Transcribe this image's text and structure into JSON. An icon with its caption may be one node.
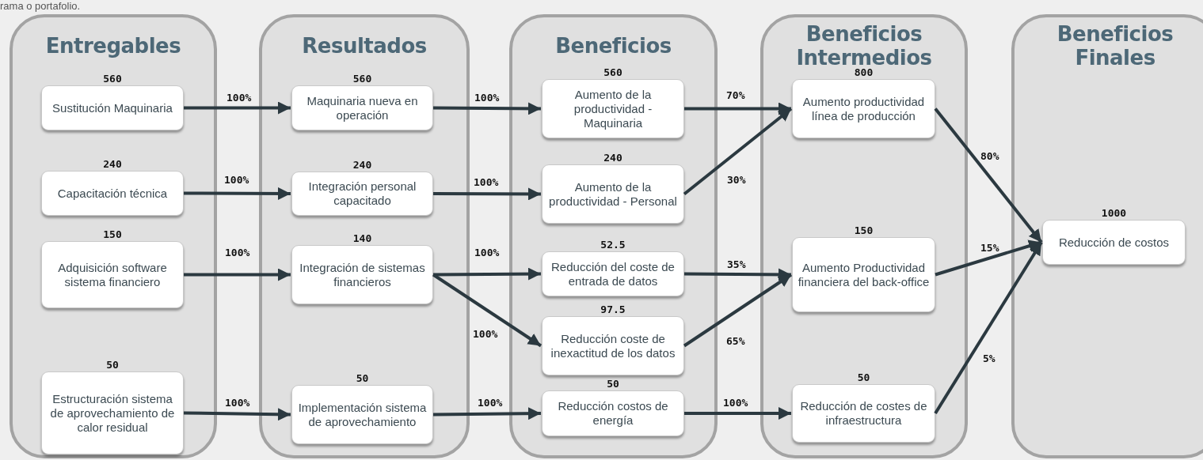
{
  "diagram": {
    "nodes": [
      {
        "text": [
          "Entregables"
        ]
      },
      {
        "text": [
          "Sustitución Maquinaria"
        ],
        "in": 0,
        "beside": [
          "560"
        ]
      },
      {
        "text": [
          "Capacitación técnica"
        ],
        "in": 0,
        "beside": [
          "240"
        ]
      },
      {
        "text": [
          "Adquisición software sistema financiero"
        ],
        "in": 0,
        "beside": [
          "150"
        ]
      },
      {
        "text": [
          "Estructuración sistema de aprovechamiento de calor residual"
        ],
        "in": 0,
        "beside": [
          "50"
        ]
      },
      {
        "text": [
          "Resultados"
        ]
      },
      {
        "text": [
          "Maquinaria nueva en operación"
        ],
        "in": 5,
        "beside": [
          "560"
        ]
      },
      {
        "text": [
          "Integración personal capacitado"
        ],
        "in": 5,
        "beside": [
          "240"
        ]
      },
      {
        "text": [
          "Integración de sistemas financieros"
        ],
        "in": 5,
        "beside": [
          "140"
        ]
      },
      {
        "text": [
          "Implementación sistema de aprovechamiento"
        ],
        "in": 5,
        "beside": [
          "50"
        ]
      },
      {
        "text": [
          "Beneficios"
        ]
      },
      {
        "text": [
          "Aumento de la productividad - Maquinaria"
        ],
        "in": 10,
        "beside": [
          "560"
        ]
      },
      {
        "text": [
          "Aumento de la productividad - Personal"
        ],
        "in": 10,
        "beside": [
          "240"
        ]
      },
      {
        "text": [
          "Reducción del coste de entrada de datos"
        ],
        "in": 10,
        "beside": [
          "52.5"
        ]
      },
      {
        "text": [
          "Reducción coste de inexactitud de los datos"
        ],
        "in": 10,
        "beside": [
          "97.5"
        ]
      },
      {
        "text": [
          "Reducción costos de energía"
        ],
        "in": 10,
        "beside": [
          "50"
        ]
      },
      {
        "text": [
          "Beneficios Intermedios"
        ]
      },
      {
        "text": [
          "Aumento productividad línea de producción"
        ],
        "in": 16,
        "beside": [
          "800"
        ]
      },
      {
        "text": [
          "Aumento Productividad financiera del back-office"
        ],
        "in": 16,
        "beside": [
          "150"
        ]
      },
      {
        "text": [
          "Reducción de costes de infraestructura"
        ],
        "in": 16,
        "beside": [
          "50"
        ]
      },
      {
        "text": [
          "Beneficios Finales"
        ]
      },
      {
        "text": [
          "Reducción de costos"
        ],
        "in": 20,
        "beside": [
          "1000"
        ]
      }
    ],
    "edges": [
      {
        "from": 1,
        "to": 6,
        "arrow": "to",
        "label": "100%"
      },
      {
        "from": 2,
        "to": 7,
        "arrow": "to",
        "label": "100%"
      },
      {
        "from": 3,
        "to": 8,
        "arrow": "to",
        "label": "100%"
      },
      {
        "from": 4,
        "to": 9,
        "arrow": "to",
        "label": "100%"
      },
      {
        "from": 6,
        "to": 11,
        "arrow": "to",
        "label": "100%"
      },
      {
        "from": 7,
        "to": 12,
        "arrow": "to",
        "label": "100%"
      },
      {
        "from": 8,
        "to": 13,
        "arrow": "to",
        "label": "100%"
      },
      {
        "from": 8,
        "to": 14,
        "arrow": "to",
        "label": "100%"
      },
      {
        "from": 9,
        "to": 15,
        "arrow": "to",
        "label": "100%"
      },
      {
        "from": 11,
        "to": 17,
        "arrow": "to",
        "label": "70%"
      },
      {
        "from": 12,
        "to": 17,
        "arrow": "to",
        "label": "30%"
      },
      {
        "from": 13,
        "to": 18,
        "arrow": "to",
        "label": "35%"
      },
      {
        "from": 14,
        "to": 18,
        "arrow": "to",
        "label": "65%"
      },
      {
        "from": 15,
        "to": 19,
        "arrow": "to",
        "label": "100%"
      },
      {
        "from": 17,
        "to": 21,
        "arrow": "to",
        "label": "80%"
      },
      {
        "from": 18,
        "to": 21,
        "arrow": "to",
        "label": "15%"
      },
      {
        "from": 19,
        "to": 21,
        "arrow": "to",
        "label": "5%"
      }
    ],
    "labels": [
      "rama o portafolio."
    ]
  }
}
